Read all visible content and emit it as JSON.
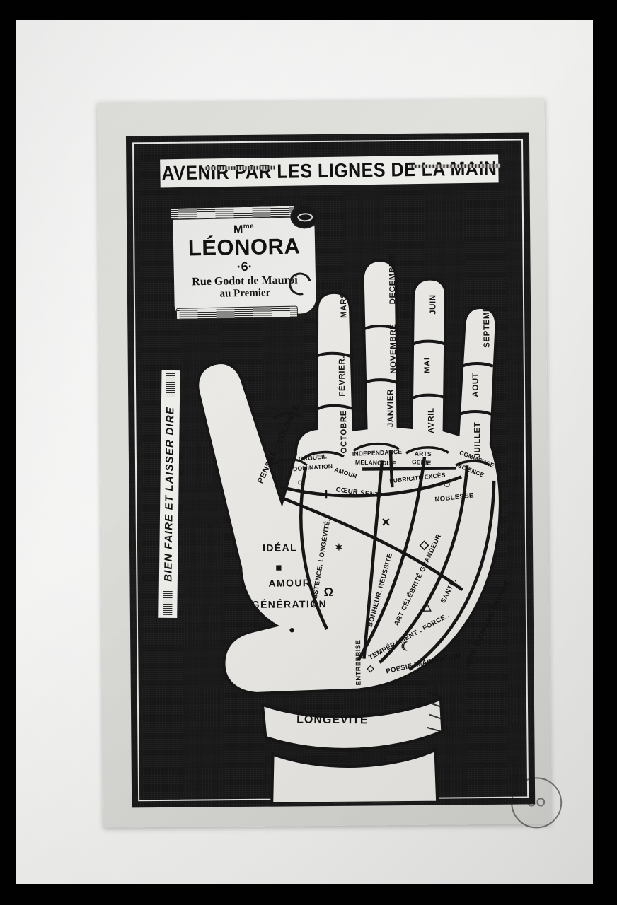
{
  "artifact": {
    "type": "vintage-palmistry-trade-card-photograph",
    "medium": "black-and-white photographic print of a printed card"
  },
  "card": {
    "title_banner": "AVENIR PAR LES LIGNES DE LA MAIN",
    "scroll": {
      "honorific": "M",
      "honorific_sup": "me",
      "name": "LÉONORA",
      "number": "·6·",
      "street": "Rue Godot de Mauroi",
      "floor": "au Premier"
    },
    "motto": "BIEN FAIRE ET LAISSER DIRE",
    "wrist_label": "LONGÉVITÉ",
    "corner_stamp": "CO"
  },
  "hand": {
    "thumb_label": "PENSÉE · VOLONTÉ.",
    "fingers": [
      {
        "name": "index",
        "segments": [
          "MARS",
          "FÉVRIER.",
          "OCTOBRE"
        ]
      },
      {
        "name": "middle",
        "segments": [
          "DECEMBRE",
          "NOVEMBRE",
          "JANVIER"
        ]
      },
      {
        "name": "ring",
        "segments": [
          "JUIN",
          "MAI",
          "AVRIL"
        ]
      },
      {
        "name": "pinky",
        "segments": [
          "SEPTEMB",
          "AOUT",
          "JUILLET"
        ]
      }
    ],
    "mounts": [
      "ORGUEIL",
      "DOMINATION",
      "INDEPENDANCE",
      "MELANCOLIE",
      "ARTS",
      "GENIE",
      "COMMERCE",
      "SCIENCE",
      "AMOUR",
      "LUBRICITÉ EXCÈS"
    ],
    "palm_center": {
      "ideal": "IDÉAL",
      "amour": "AMOUR",
      "generation": "GÉNÉRATION"
    },
    "lines": [
      "CŒUR SENT?",
      "NOBLESSE",
      "EXISTENCE. LONGÉVITÉ.",
      "BONHEUR. RÉUSSITE",
      "ART CÉLÉBRITÉ GRANDEUR",
      "TEMPÉRAMENT . FORCE .",
      "SANTÉ.",
      "LUTTE. COURAGE. ÉNERGIE.",
      "POESIE IMAGINATION",
      "ENTREPRISE"
    ],
    "symbols": [
      {
        "glyph": "○",
        "meaning": "circle-left"
      },
      {
        "glyph": "✛",
        "meaning": "cross"
      },
      {
        "glyph": "✶",
        "meaning": "star"
      },
      {
        "glyph": "■",
        "meaning": "square"
      },
      {
        "glyph": "●",
        "meaning": "dot"
      },
      {
        "glyph": "✕",
        "meaning": "x-mark"
      },
      {
        "glyph": "○",
        "meaning": "circle-right"
      },
      {
        "glyph": "◇",
        "meaning": "diamond"
      },
      {
        "glyph": "△",
        "meaning": "triangle"
      },
      {
        "glyph": "◇",
        "meaning": "small-diamond"
      },
      {
        "glyph": "☾",
        "meaning": "crescent"
      },
      {
        "glyph": "Ω",
        "meaning": "omega"
      }
    ]
  },
  "colors": {
    "ink_black": "#161616",
    "paper_white": "#efefec",
    "card_gray": "#e3e3e0",
    "photo_white": "#f7f7f6",
    "frame_black": "#010101"
  }
}
